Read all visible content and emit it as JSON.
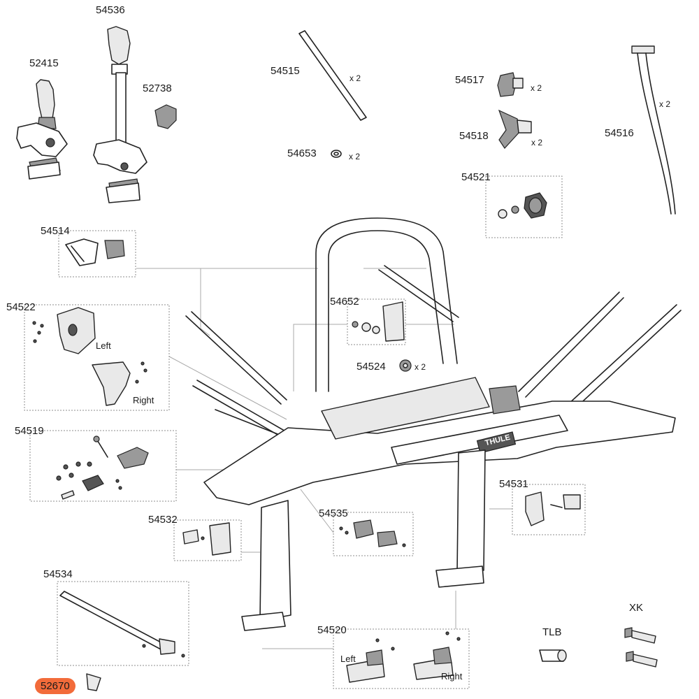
{
  "parts": {
    "p52415": "52415",
    "p54536": "54536",
    "p52738": "52738",
    "p54515": "54515",
    "p54653": "54653",
    "p54517": "54517",
    "p54518": "54518",
    "p54516": "54516",
    "p54521": "54521",
    "p54514": "54514",
    "p54522": "54522",
    "p54652": "54652",
    "p54524": "54524",
    "p54519": "54519",
    "p54531": "54531",
    "p54532": "54532",
    "p54535": "54535",
    "p54534": "54534",
    "p54520": "54520",
    "tlb": "TLB",
    "xk": "XK",
    "p52670": "52670"
  },
  "quantities": {
    "x2": "x 2"
  },
  "sides": {
    "left": "Left",
    "right": "Right"
  },
  "brand_plate": "THULE",
  "colors": {
    "highlight": "#f26b3a",
    "line": "#222222",
    "box_border": "#8c8c8c"
  }
}
